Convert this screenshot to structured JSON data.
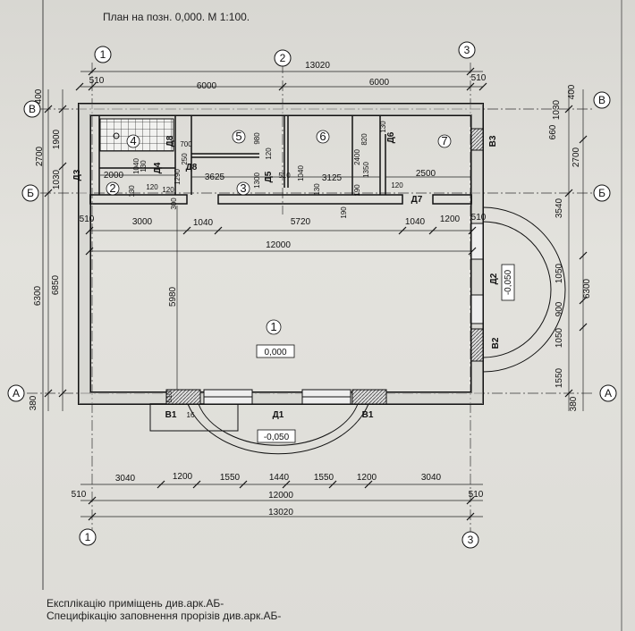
{
  "title": "План на позн. 0,000. М 1:100.",
  "notes": [
    "Експлікацію приміщень див.арк.АБ-",
    "Специфікацію заповнення прорізів див.арк.АБ-"
  ],
  "axes": {
    "vertical": [
      "1",
      "2",
      "3"
    ],
    "horizontal": [
      "В",
      "Б",
      "А"
    ]
  },
  "rooms": [
    "1",
    "2",
    "3",
    "4",
    "5",
    "6",
    "7"
  ],
  "levels": {
    "main": "0,000",
    "porch": "-0,050",
    "bay": "-0,050"
  },
  "doors": [
    "Д1",
    "Д2",
    "Д3",
    "Д4",
    "Д5",
    "Д6",
    "Д7",
    "Д8",
    "Д8"
  ],
  "windows": [
    "В1",
    "В1",
    "В2",
    "В3"
  ],
  "dims_top": {
    "total": "13020",
    "wall_l": "510",
    "span_1": "6000",
    "span_2": "6000",
    "wall_r": "510"
  },
  "dims_bottom": {
    "row1": [
      "3040",
      "1200",
      "1550",
      "1440",
      "1550",
      "1200",
      "3040"
    ],
    "wall_l": "510",
    "inner": "12000",
    "wall_r": "510",
    "total": "13020"
  },
  "dims_left": {
    "outer": [
      "400",
      "2700",
      "6300"
    ],
    "inner": [
      "1900",
      "1030",
      "6850"
    ],
    "bottom": "380"
  },
  "dims_right": {
    "outer": [
      "400",
      "2700",
      "6300"
    ],
    "inner": [
      "1030",
      "660",
      "3540",
      "1050",
      "900",
      "1050",
      "1550"
    ],
    "bottom": "380"
  },
  "dims_interior": {
    "row_510_left": "510",
    "room2_w": "2000",
    "corr_3625": "3625",
    "corr_3125": "3125",
    "room7_w": "2500",
    "hall_3000": "3000",
    "door_1040_l": "1040",
    "hall_5720": "5720",
    "door_1040_r": "1040",
    "hall_1200": "1200",
    "row_510_right": "510",
    "hall_12000": "12000",
    "hall_5980": "5980",
    "small": [
      "1040",
      "130",
      "120",
      "130",
      "1290",
      "250",
      "700",
      "980",
      "1300",
      "120",
      "510",
      "1040",
      "130",
      "820",
      "2400",
      "1350",
      "190",
      "120",
      "130",
      "190",
      "300",
      "120",
      "510",
      "16"
    ]
  }
}
